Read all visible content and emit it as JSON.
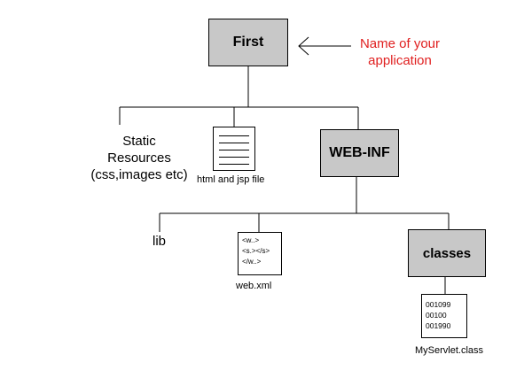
{
  "nodes": {
    "first": "First",
    "web_inf": "WEB-INF",
    "classes": "classes",
    "lib": "lib"
  },
  "static_resources": [
    "Static",
    "Resources",
    "(css,images etc)"
  ],
  "annotation": [
    "Name of your",
    "application"
  ],
  "html_doc_caption": "html and jsp file",
  "web_xml": {
    "lines": [
      "<w..>",
      "<s.></s>",
      "</w..>"
    ],
    "caption": "web.xml"
  },
  "class_file": {
    "lines": [
      "001099",
      "00100",
      "001990"
    ],
    "caption": "MyServlet.class"
  },
  "colors": {
    "box_fill": "#c8c8c8",
    "annotation_text": "#e02020"
  }
}
